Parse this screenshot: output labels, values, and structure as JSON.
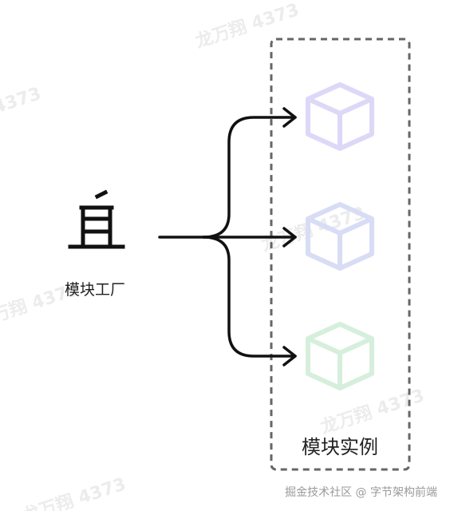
{
  "factory": {
    "label": "模块工厂",
    "icon": "factory-tower-icon"
  },
  "container": {
    "label": "模块实例",
    "border_color": "#666666"
  },
  "instances": [
    {
      "icon": "cube-icon",
      "color": "#ddd8f8"
    },
    {
      "icon": "cube-icon",
      "color": "#d8ddf5"
    },
    {
      "icon": "cube-icon",
      "color": "#d6efdc"
    }
  ],
  "arrow_color": "#111111",
  "watermark": "龙万翔 4373",
  "footer": "掘金技术社区 @ 字节架构前端"
}
